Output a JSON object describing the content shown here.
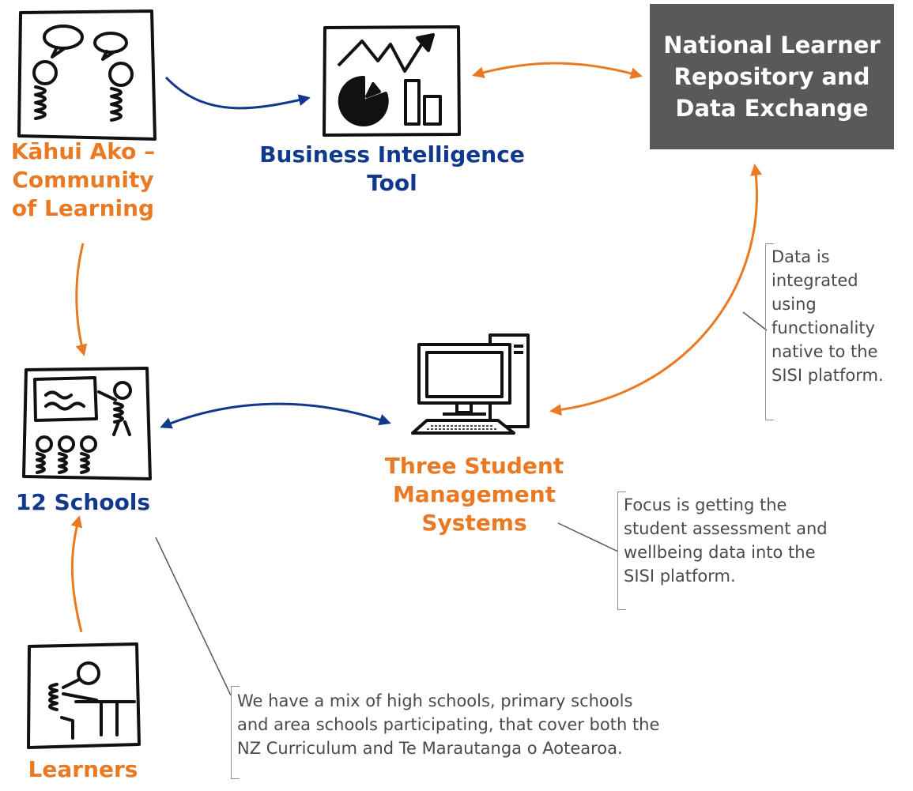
{
  "nodes": {
    "community": {
      "lines": [
        "Kāhui Ako –",
        "Community",
        "of Learning"
      ],
      "color": "#e97a23"
    },
    "bi_tool": {
      "lines": [
        "Business Intelligence",
        "Tool"
      ],
      "color": "#10398e"
    },
    "nlr": {
      "lines": [
        "National Learner",
        "Repository and",
        "Data Exchange"
      ],
      "fill": "#595959"
    },
    "schools": {
      "lines": [
        "12 Schools"
      ],
      "color": "#10398e"
    },
    "sms": {
      "lines": [
        "Three Student",
        "Management",
        "Systems"
      ],
      "color": "#e97a23"
    },
    "learners": {
      "lines": [
        "Learners"
      ],
      "color": "#e97a23"
    }
  },
  "notes": {
    "integration": {
      "lines": [
        "Data is",
        "integrated",
        "using",
        "functionality",
        "native to the",
        "SISI platform."
      ]
    },
    "focus": {
      "lines": [
        "Focus is getting the",
        "student assessment and",
        "wellbeing data into the",
        "SISI platform."
      ]
    },
    "mix": {
      "lines": [
        "We have a mix of high schools, primary schools",
        "and area schools participating, that cover both the",
        "NZ Curriculum and Te Marautanga o Aotearoa."
      ]
    }
  },
  "icons": {
    "community": "community-sketch-icon",
    "bi_tool": "chart-dashboard-icon",
    "schools": "classroom-sketch-icon",
    "sms": "desktop-computer-icon",
    "learners": "learner-at-desk-icon"
  },
  "colors": {
    "orange": "#e97a23",
    "blue": "#10398e",
    "dark_box": "#595959",
    "note_text": "#4a4a4a"
  }
}
